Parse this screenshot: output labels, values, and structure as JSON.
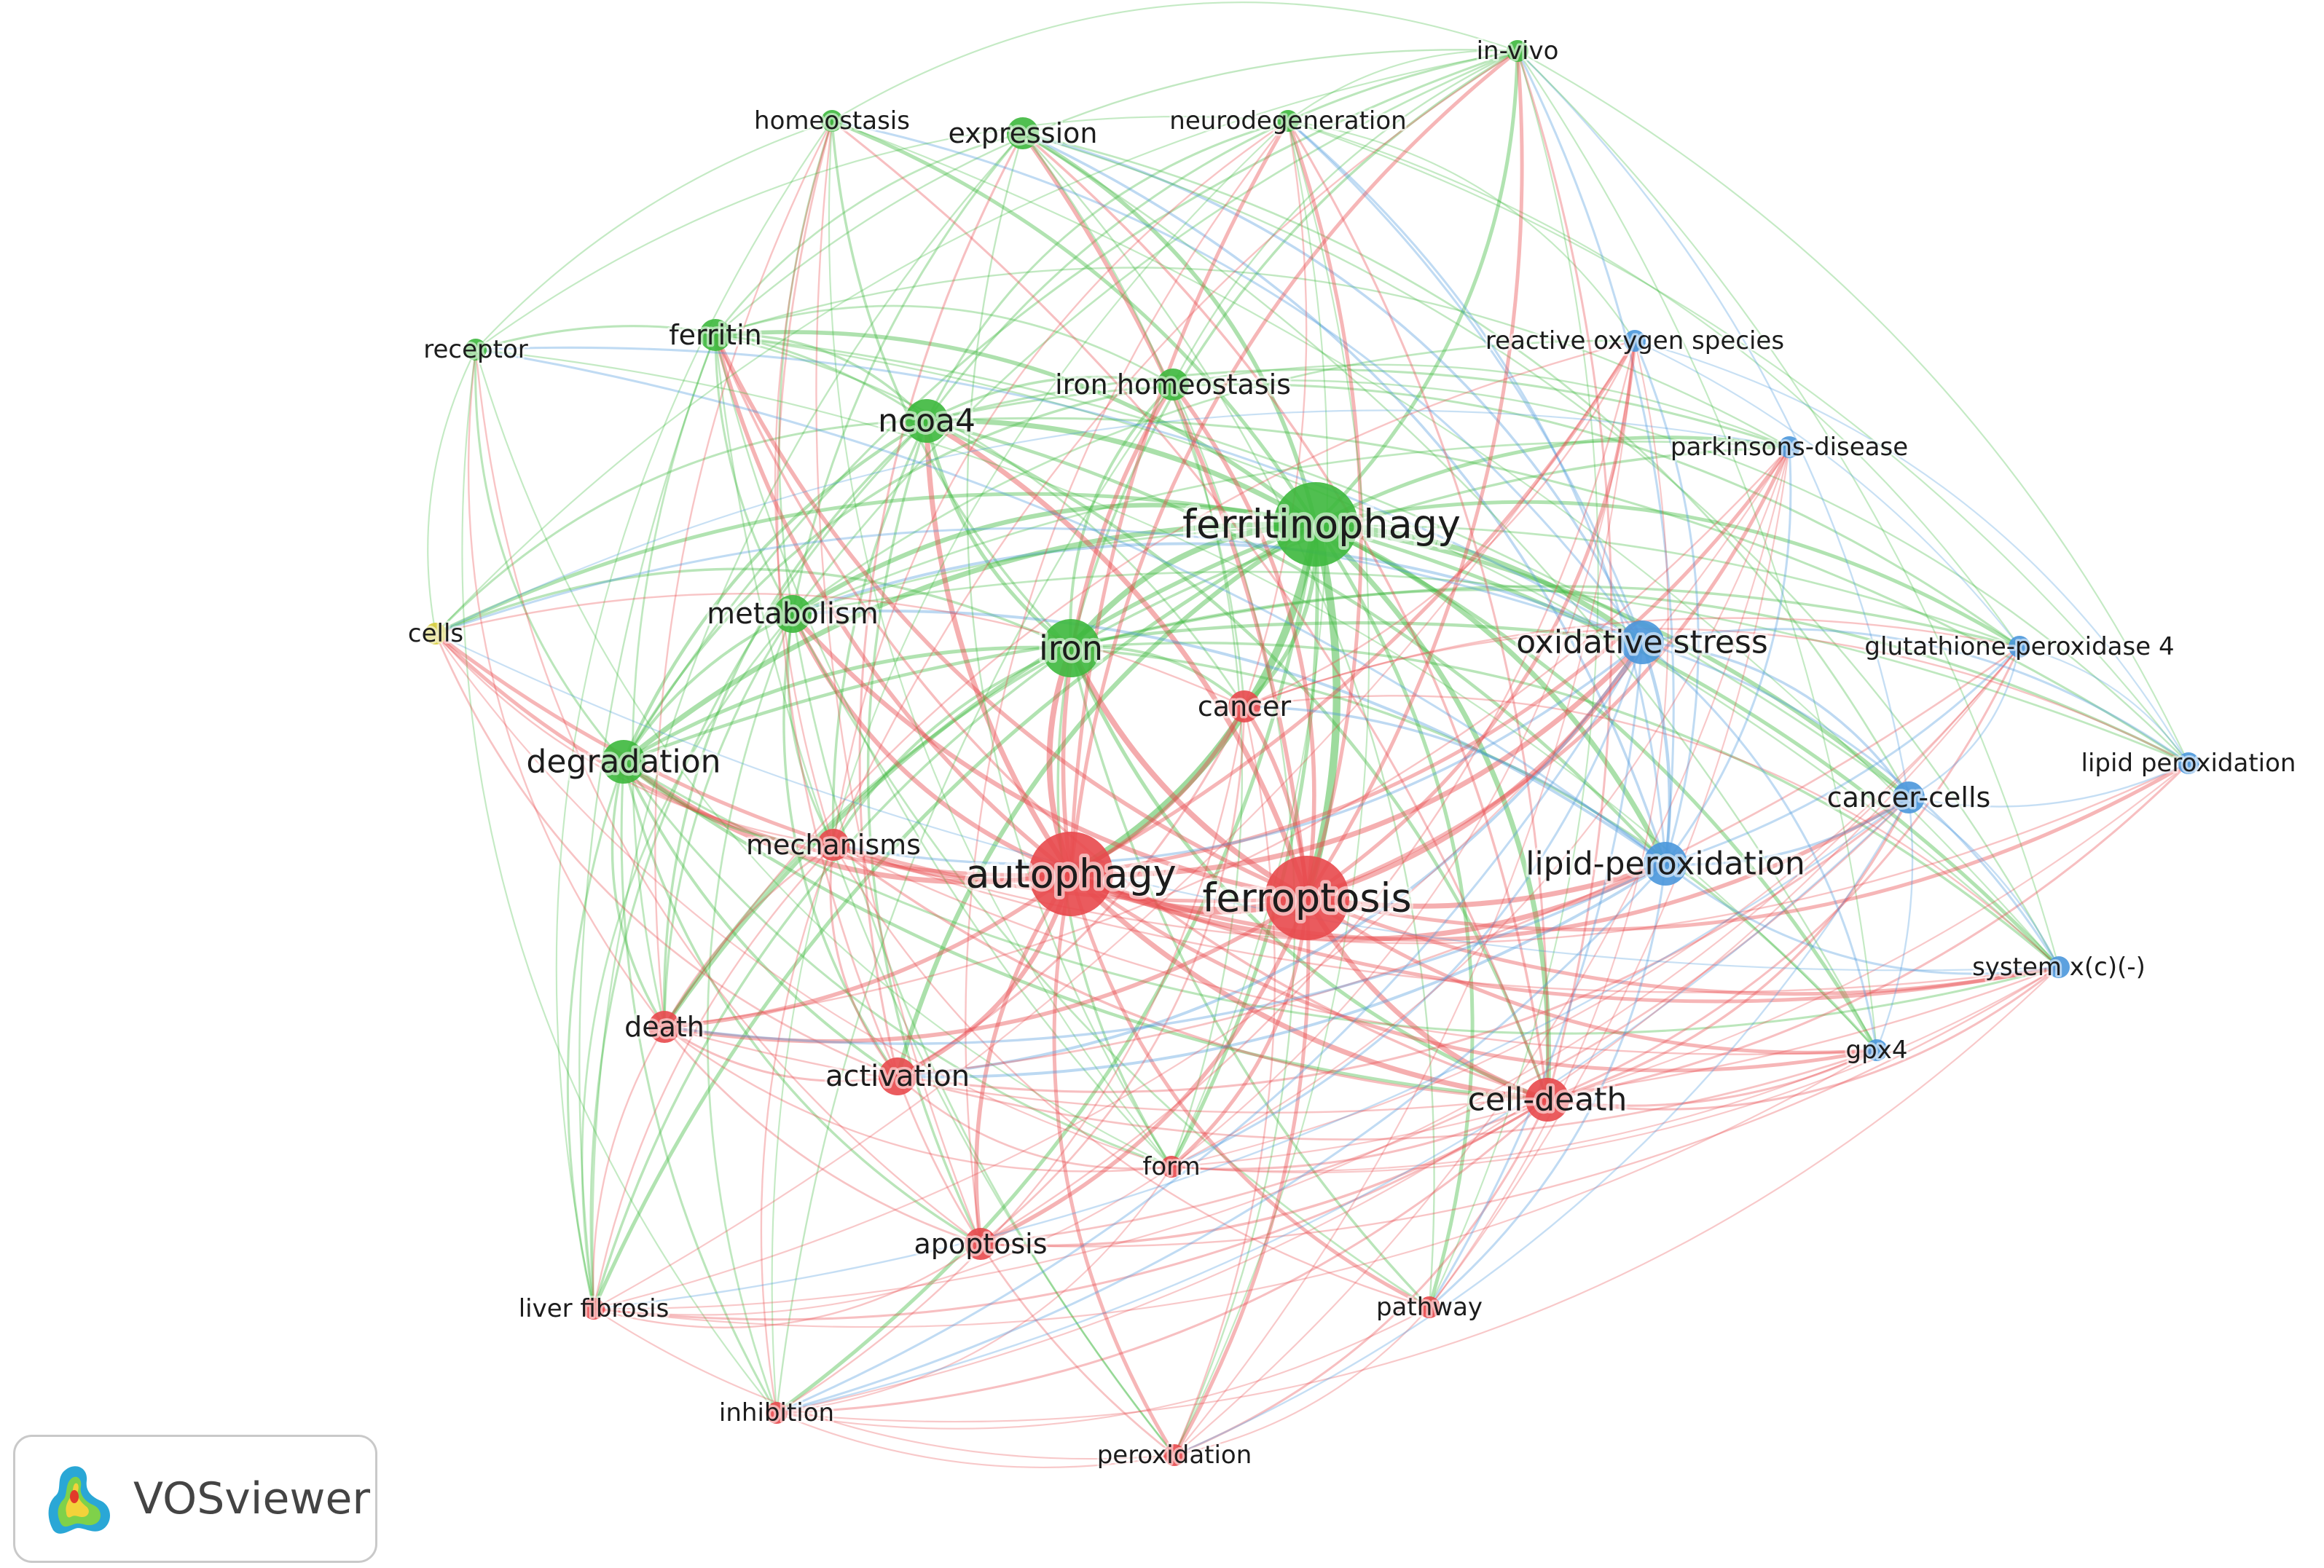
{
  "chart_data": {
    "type": "network",
    "clusters": [
      {
        "id": 1,
        "color": "#e8494c"
      },
      {
        "id": 2,
        "color": "#3db83d"
      },
      {
        "id": 3,
        "color": "#4a97dc"
      },
      {
        "id": 4,
        "color": "#d6cc3a"
      }
    ],
    "nodes": [
      {
        "id": "ferritinophagy",
        "label": "ferritinophagy",
        "cluster": 2,
        "weight": 10
      },
      {
        "id": "iron",
        "label": "iron",
        "cluster": 2,
        "weight": 7
      },
      {
        "id": "ncoa4",
        "label": "ncoa4",
        "cluster": 2,
        "weight": 6
      },
      {
        "id": "degradation",
        "label": "degradation",
        "cluster": 2,
        "weight": 6
      },
      {
        "id": "metabolism",
        "label": "metabolism",
        "cluster": 2,
        "weight": 5
      },
      {
        "id": "iron-homeostasis",
        "label": "iron homeostasis",
        "cluster": 2,
        "weight": 4
      },
      {
        "id": "ferritin",
        "label": "ferritin",
        "cluster": 2,
        "weight": 4
      },
      {
        "id": "expression",
        "label": "expression",
        "cluster": 2,
        "weight": 4
      },
      {
        "id": "homeostasis",
        "label": "homeostasis",
        "cluster": 2,
        "weight": 3
      },
      {
        "id": "neurodegeneration",
        "label": "neurodegeneration",
        "cluster": 2,
        "weight": 3
      },
      {
        "id": "receptor",
        "label": "receptor",
        "cluster": 2,
        "weight": 3
      },
      {
        "id": "in-vivo",
        "label": "in-vivo",
        "cluster": 2,
        "weight": 3
      },
      {
        "id": "autophagy",
        "label": "autophagy",
        "cluster": 1,
        "weight": 10
      },
      {
        "id": "ferroptosis",
        "label": "ferroptosis",
        "cluster": 1,
        "weight": 10
      },
      {
        "id": "cell-death",
        "label": "cell-death",
        "cluster": 1,
        "weight": 6
      },
      {
        "id": "activation",
        "label": "activation",
        "cluster": 1,
        "weight": 5
      },
      {
        "id": "cancer",
        "label": "cancer",
        "cluster": 1,
        "weight": 4
      },
      {
        "id": "mechanisms",
        "label": "mechanisms",
        "cluster": 1,
        "weight": 4
      },
      {
        "id": "death",
        "label": "death",
        "cluster": 1,
        "weight": 4
      },
      {
        "id": "apoptosis",
        "label": "apoptosis",
        "cluster": 1,
        "weight": 4
      },
      {
        "id": "form",
        "label": "form",
        "cluster": 1,
        "weight": 3
      },
      {
        "id": "liver-fibrosis",
        "label": "liver fibrosis",
        "cluster": 1,
        "weight": 3
      },
      {
        "id": "pathway",
        "label": "pathway",
        "cluster": 1,
        "weight": 3
      },
      {
        "id": "inhibition",
        "label": "inhibition",
        "cluster": 1,
        "weight": 3
      },
      {
        "id": "peroxidation",
        "label": "peroxidation",
        "cluster": 1,
        "weight": 3
      },
      {
        "id": "oxidative-stress",
        "label": "oxidative stress",
        "cluster": 3,
        "weight": 6
      },
      {
        "id": "lipid-peroxidation-hyphen",
        "label": "lipid-peroxidation",
        "cluster": 3,
        "weight": 6
      },
      {
        "id": "cancer-cells",
        "label": "cancer-cells",
        "cluster": 3,
        "weight": 4
      },
      {
        "id": "reactive-oxygen-species",
        "label": "reactive oxygen species",
        "cluster": 3,
        "weight": 3
      },
      {
        "id": "parkinsons-disease",
        "label": "parkinsons-disease",
        "cluster": 3,
        "weight": 3
      },
      {
        "id": "glutathione-peroxidase-4",
        "label": "glutathione-peroxidase 4",
        "cluster": 3,
        "weight": 3
      },
      {
        "id": "lipid-peroxidation-space",
        "label": "lipid peroxidation",
        "cluster": 3,
        "weight": 3
      },
      {
        "id": "system-xc",
        "label": "system x(c)(-)",
        "cluster": 3,
        "weight": 3
      },
      {
        "id": "gpx4",
        "label": "gpx4",
        "cluster": 3,
        "weight": 3
      },
      {
        "id": "cells",
        "label": "cells",
        "cluster": 4,
        "weight": 3
      }
    ],
    "links": "dense co-occurrence network; links drawn between most node pairs, colored by source cluster"
  },
  "watermark": {
    "text": "VOSviewer",
    "icon": "vosviewer-logo-icon"
  }
}
